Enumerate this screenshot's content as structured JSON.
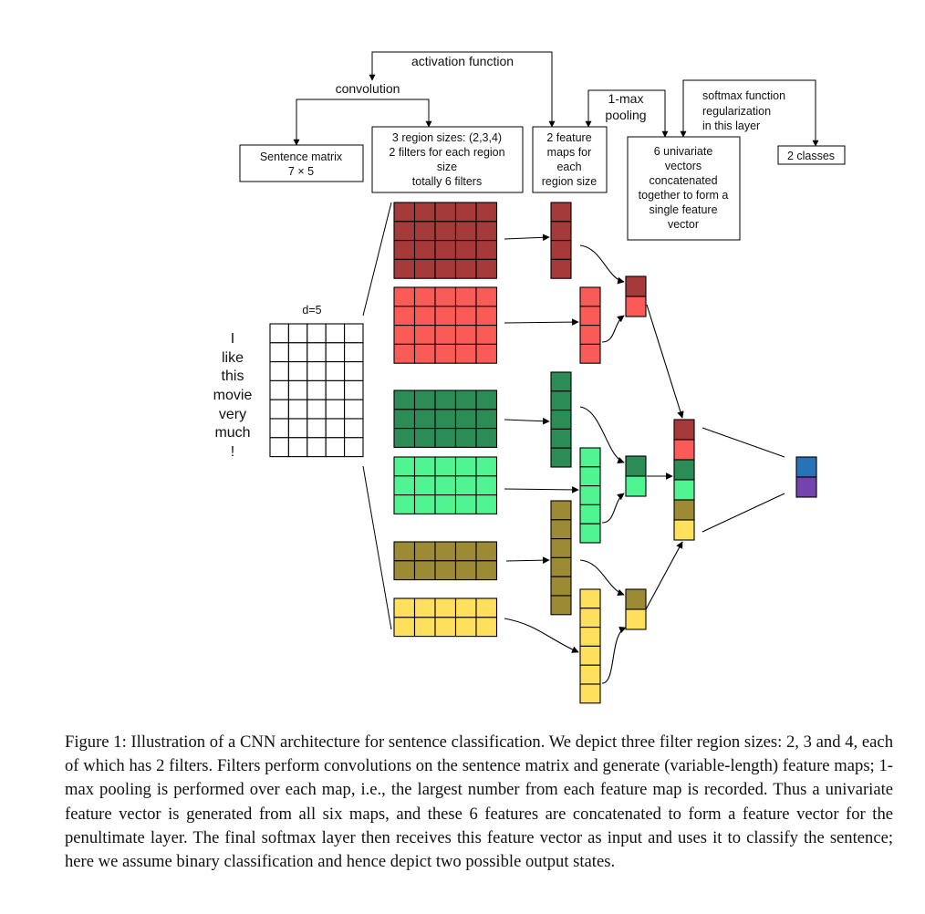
{
  "figure": {
    "boxes": {
      "sentence_matrix": [
        "Sentence matrix",
        "7 × 5"
      ],
      "region_sizes": [
        "3 region sizes: (2,3,4)",
        "2 filters for each region",
        "size",
        "totally 6 filters"
      ],
      "feature_maps": [
        "2 feature",
        "maps for",
        "each",
        "region size"
      ],
      "univariate": [
        "6 univariate",
        "vectors",
        "concatenated",
        "together to form a",
        "single feature",
        "vector"
      ],
      "classes": [
        "2 classes"
      ]
    },
    "edge_labels": {
      "convolution": "convolution",
      "activation": "activation function",
      "pooling": [
        "1-max",
        "pooling"
      ],
      "softmax": [
        "softmax function",
        "regularization",
        "in this layer"
      ]
    },
    "sentence": {
      "dim_label": "d=5",
      "words": [
        "I",
        "like",
        "this",
        "movie",
        "very",
        "much",
        "!"
      ],
      "embedding_dim": 5
    },
    "filters": [
      {
        "region_size": 4,
        "color": "#a63a3a",
        "feature_map_length": 4
      },
      {
        "region_size": 4,
        "color": "#fb5b57",
        "feature_map_length": 4
      },
      {
        "region_size": 3,
        "color": "#2b8c55",
        "feature_map_length": 5
      },
      {
        "region_size": 3,
        "color": "#50f592",
        "feature_map_length": 5
      },
      {
        "region_size": 2,
        "color": "#9c8a35",
        "feature_map_length": 6
      },
      {
        "region_size": 2,
        "color": "#ffe05c",
        "feature_map_length": 6
      }
    ],
    "output_classes": [
      {
        "color": "#2a72b8"
      },
      {
        "color": "#7543b0"
      }
    ]
  },
  "caption": "Figure 1: Illustration of a CNN architecture for sentence classification. We depict three filter region sizes: 2, 3 and 4, each of which has 2 filters. Filters perform convolutions on the sentence matrix and generate (variable-length) feature maps; 1-max pooling is performed over each map, i.e., the largest number from each feature map is recorded. Thus a univariate feature vector is generated from all six maps, and these 6 features are concatenated to form a feature vector for the penultimate layer. The final softmax layer then receives this feature vector as input and uses it to classify the sentence; here we assume binary classification and hence depict two possible output states."
}
